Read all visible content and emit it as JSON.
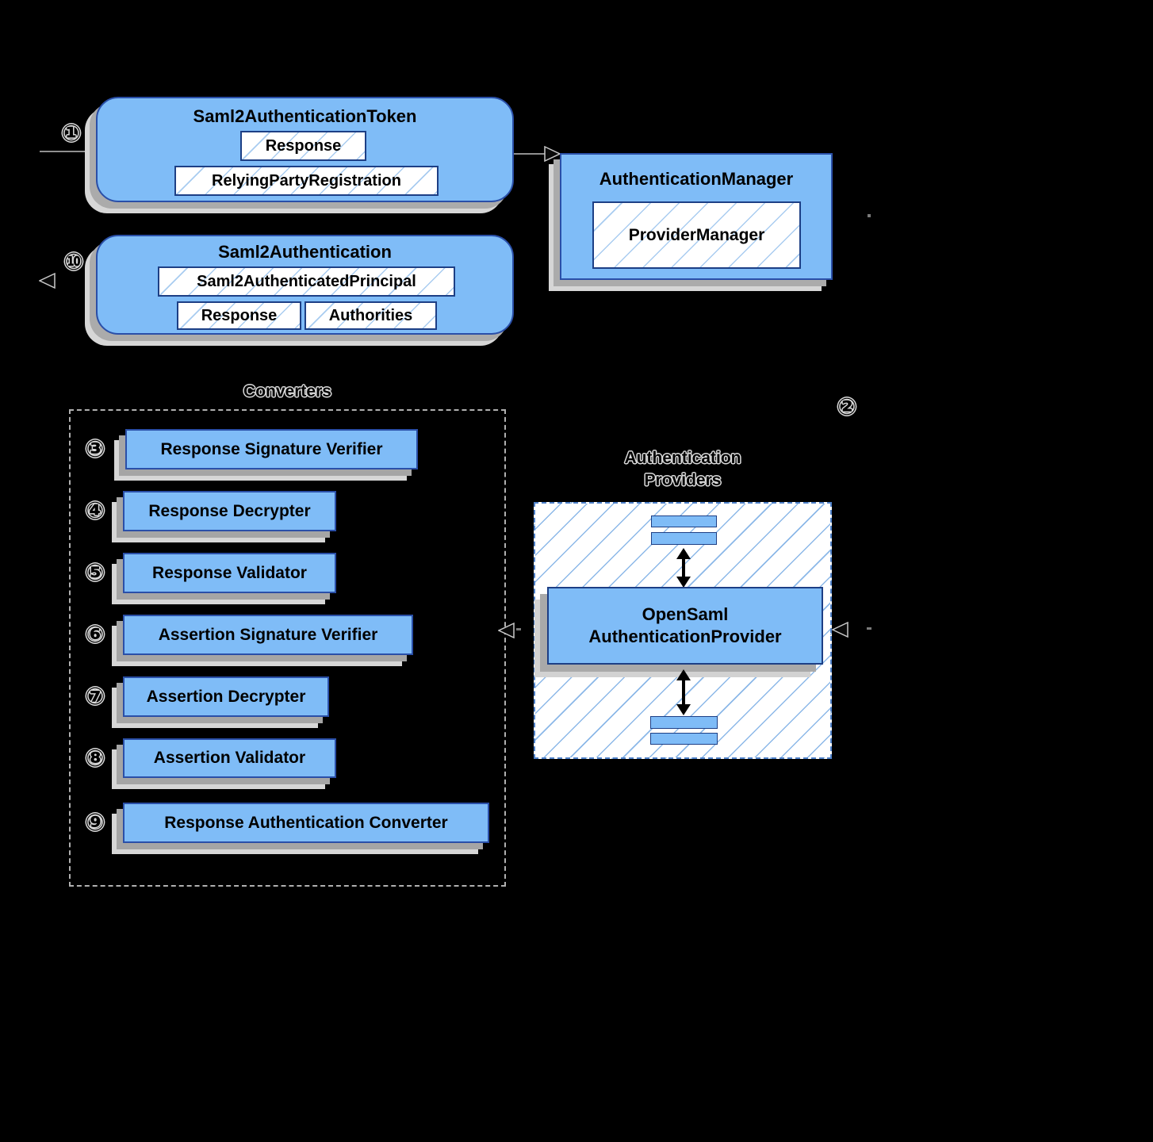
{
  "colors": {
    "background": "#000000",
    "box_blue": "#7fbcf7",
    "box_border": "#2a4fa8",
    "inner_border": "#1d3f85",
    "hatch_blue": "#8cb8e8",
    "shadow_mid": "#ababab",
    "shadow_light": "#d6d6d6",
    "providers_dash": "#4f81c9",
    "connector_gray": "#8f8f8f"
  },
  "boxes": {
    "token": {
      "title": "Saml2AuthenticationToken",
      "fields": [
        "Response",
        "RelyingPartyRegistration"
      ]
    },
    "authentication": {
      "title": "Saml2Authentication",
      "fields": [
        "Saml2AuthenticatedPrincipal",
        "Response",
        "Authorities"
      ]
    },
    "manager": {
      "title": "AuthenticationManager",
      "inner": "ProviderManager"
    },
    "opensaml": {
      "line1": "OpenSaml",
      "line2": "AuthenticationProvider"
    }
  },
  "converters": {
    "title": "Converters",
    "items": [
      {
        "num": "③",
        "label": "Response Signature Verifier"
      },
      {
        "num": "④",
        "label": "Response Decrypter"
      },
      {
        "num": "⑤",
        "label": "Response Validator"
      },
      {
        "num": "⑥",
        "label": "Assertion Signature Verifier"
      },
      {
        "num": "⑦",
        "label": "Assertion Decrypter"
      },
      {
        "num": "⑧",
        "label": "Assertion Validator"
      },
      {
        "num": "⑨",
        "label": "Response Authentication Converter"
      }
    ]
  },
  "providers_label": {
    "line1": "Authentication",
    "line2": "Providers"
  },
  "markers": {
    "step1": "①",
    "step2": "②",
    "step10": "⑩"
  }
}
